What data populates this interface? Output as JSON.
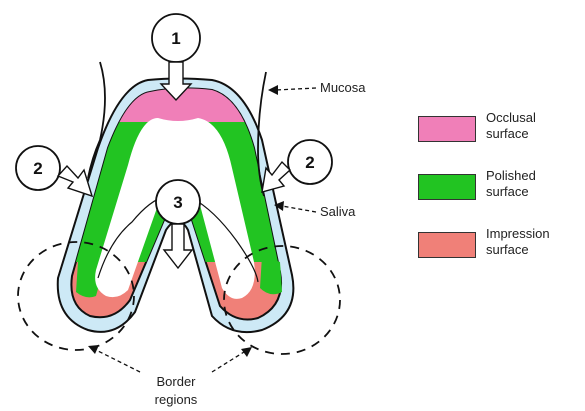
{
  "labels": {
    "mucosa": "Mucosa",
    "saliva": "Saliva",
    "border_line1": "Border",
    "border_line2": "regions"
  },
  "markers": [
    "1",
    "2",
    "2",
    "3"
  ],
  "legend": [
    {
      "line1": "Occlusal",
      "line2": "surface",
      "color": "#f07fb8"
    },
    {
      "line1": "Polished",
      "line2": "surface",
      "color": "#22c422"
    },
    {
      "line1": "Impression",
      "line2": "surface",
      "color": "#f08078"
    }
  ],
  "colors": {
    "saliva": "#cde9f6",
    "occlusal": "#f07fb8",
    "polished": "#22c422",
    "impression": "#f08078"
  }
}
